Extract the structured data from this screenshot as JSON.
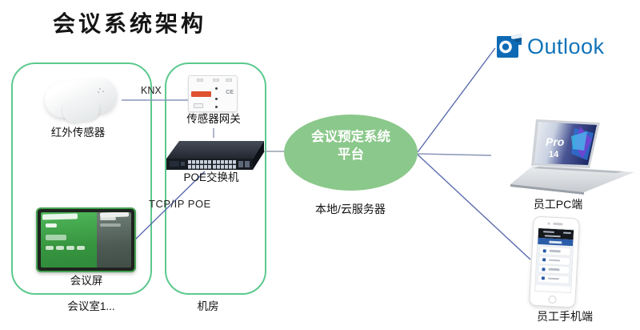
{
  "title": "会议系统架构",
  "diagram": {
    "rooms": [
      {
        "label": "会议室1..."
      },
      {
        "label": "机房"
      }
    ],
    "nodes": {
      "sensor": {
        "label": "红外传感器"
      },
      "gateway": {
        "label": "传感器网关",
        "ce_mark": "CE"
      },
      "poe_switch": {
        "label": "POE交换机"
      },
      "meeting_screen": {
        "label": "会议屏"
      },
      "platform": {
        "line1": "会议预定系统",
        "line2": "平台",
        "sublabel": "本地/云服务器"
      },
      "outlook": {
        "label": "Outlook"
      },
      "employee_pc": {
        "label": "员工PC端",
        "screen_line1": "Pro",
        "screen_line2": "14"
      },
      "employee_phone": {
        "label": "员工手机端"
      }
    },
    "edge_labels": {
      "knx": "KNX",
      "tcpip": "TCP/IP POE"
    }
  },
  "colors": {
    "room_border": "#5cc98e",
    "platform_fill": "#8bc88b",
    "connector": "#5b6cae",
    "connector_light": "#8a95b8",
    "connector_gray": "#98a0ad",
    "outlook_blue": "#1173b8"
  }
}
